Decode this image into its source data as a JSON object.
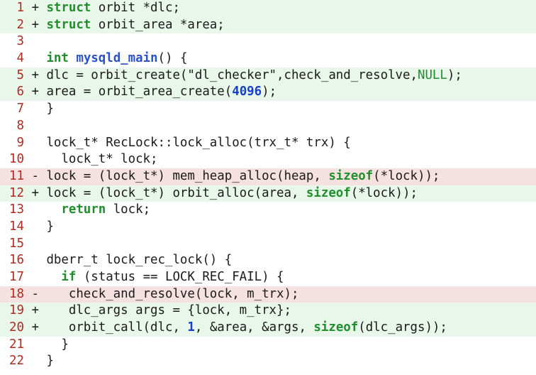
{
  "diff": {
    "lines": [
      {
        "num": "1",
        "type": "add",
        "marker": "+",
        "indent": "",
        "tokens": [
          {
            "t": "struct",
            "c": "kw"
          },
          {
            "t": " orbit *dlc;",
            "c": "plain"
          }
        ]
      },
      {
        "num": "2",
        "type": "add",
        "marker": "+",
        "indent": "",
        "tokens": [
          {
            "t": "struct",
            "c": "kw"
          },
          {
            "t": " orbit_area *area;",
            "c": "plain"
          }
        ]
      },
      {
        "num": "3",
        "type": "ctx",
        "marker": "",
        "indent": "",
        "tokens": []
      },
      {
        "num": "4",
        "type": "ctx",
        "marker": "",
        "indent": "",
        "tokens": [
          {
            "t": "int",
            "c": "kw"
          },
          {
            "t": " ",
            "c": "plain"
          },
          {
            "t": "mysqld_main",
            "c": "fn"
          },
          {
            "t": "() {",
            "c": "plain"
          }
        ]
      },
      {
        "num": "5",
        "type": "add",
        "marker": "+",
        "indent": "",
        "tokens": [
          {
            "t": "dlc = orbit_create(\"dl_checker\",check_and_resolve,",
            "c": "plain"
          },
          {
            "t": "NULL",
            "c": "null"
          },
          {
            "t": ");",
            "c": "plain"
          }
        ]
      },
      {
        "num": "6",
        "type": "add",
        "marker": "+",
        "indent": "",
        "tokens": [
          {
            "t": "area = orbit_area_create(",
            "c": "plain"
          },
          {
            "t": "4096",
            "c": "num"
          },
          {
            "t": ");",
            "c": "plain"
          }
        ]
      },
      {
        "num": "7",
        "type": "ctx",
        "marker": "",
        "indent": "",
        "tokens": [
          {
            "t": "}",
            "c": "plain"
          }
        ]
      },
      {
        "num": "8",
        "type": "ctx",
        "marker": "",
        "indent": "",
        "tokens": []
      },
      {
        "num": "9",
        "type": "ctx",
        "marker": "",
        "indent": "",
        "tokens": [
          {
            "t": "lock_t* RecLock::lock_alloc(trx_t* trx) {",
            "c": "plain"
          }
        ]
      },
      {
        "num": "10",
        "type": "ctx",
        "marker": "",
        "indent": "  ",
        "tokens": [
          {
            "t": "lock_t* lock;",
            "c": "plain"
          }
        ]
      },
      {
        "num": "11",
        "type": "del",
        "marker": "-",
        "indent": "",
        "tokens": [
          {
            "t": "lock = (lock_t*) mem_heap_alloc(heap, ",
            "c": "plain"
          },
          {
            "t": "sizeof",
            "c": "kw"
          },
          {
            "t": "(*lock));",
            "c": "plain"
          }
        ]
      },
      {
        "num": "12",
        "type": "add",
        "marker": "+",
        "indent": "",
        "tokens": [
          {
            "t": "lock = (lock_t*) orbit_alloc(area, ",
            "c": "plain"
          },
          {
            "t": "sizeof",
            "c": "kw"
          },
          {
            "t": "(*lock));",
            "c": "plain"
          }
        ]
      },
      {
        "num": "13",
        "type": "ctx",
        "marker": "",
        "indent": "  ",
        "tokens": [
          {
            "t": "return",
            "c": "kw"
          },
          {
            "t": " lock;",
            "c": "plain"
          }
        ]
      },
      {
        "num": "14",
        "type": "ctx",
        "marker": "",
        "indent": "",
        "tokens": [
          {
            "t": "}",
            "c": "plain"
          }
        ]
      },
      {
        "num": "15",
        "type": "ctx",
        "marker": "",
        "indent": "",
        "tokens": []
      },
      {
        "num": "16",
        "type": "ctx",
        "marker": "",
        "indent": "",
        "tokens": [
          {
            "t": "dberr_t lock_rec_lock() {",
            "c": "plain"
          }
        ]
      },
      {
        "num": "17",
        "type": "ctx",
        "marker": "",
        "indent": "  ",
        "tokens": [
          {
            "t": "if",
            "c": "kw"
          },
          {
            "t": " (status == LOCK_REC_FAIL) {",
            "c": "plain"
          }
        ]
      },
      {
        "num": "18",
        "type": "del",
        "marker": "-",
        "indent": "   ",
        "tokens": [
          {
            "t": "check_and_resolve(lock, m_trx);",
            "c": "plain"
          }
        ]
      },
      {
        "num": "19",
        "type": "add",
        "marker": "+",
        "indent": "   ",
        "tokens": [
          {
            "t": "dlc_args args = {lock, m_trx};",
            "c": "plain"
          }
        ]
      },
      {
        "num": "20",
        "type": "add",
        "marker": "+",
        "indent": "   ",
        "tokens": [
          {
            "t": "orbit_call(dlc, ",
            "c": "plain"
          },
          {
            "t": "1",
            "c": "num"
          },
          {
            "t": ", &area, &args, ",
            "c": "plain"
          },
          {
            "t": "sizeof",
            "c": "kw"
          },
          {
            "t": "(dlc_args));",
            "c": "plain"
          }
        ]
      },
      {
        "num": "21",
        "type": "ctx",
        "marker": "",
        "indent": "  ",
        "tokens": [
          {
            "t": "}",
            "c": "plain"
          }
        ]
      },
      {
        "num": "22",
        "type": "ctx",
        "marker": "",
        "indent": "",
        "tokens": [
          {
            "t": "}",
            "c": "plain"
          }
        ]
      }
    ]
  },
  "colors": {
    "added_bg": "#e9f7ea",
    "removed_bg": "#f6e1e1",
    "line_number": "#b02a20",
    "keyword": "#1f8f2c",
    "function_name": "#2b52c8",
    "number_literal": "#1740c8"
  }
}
